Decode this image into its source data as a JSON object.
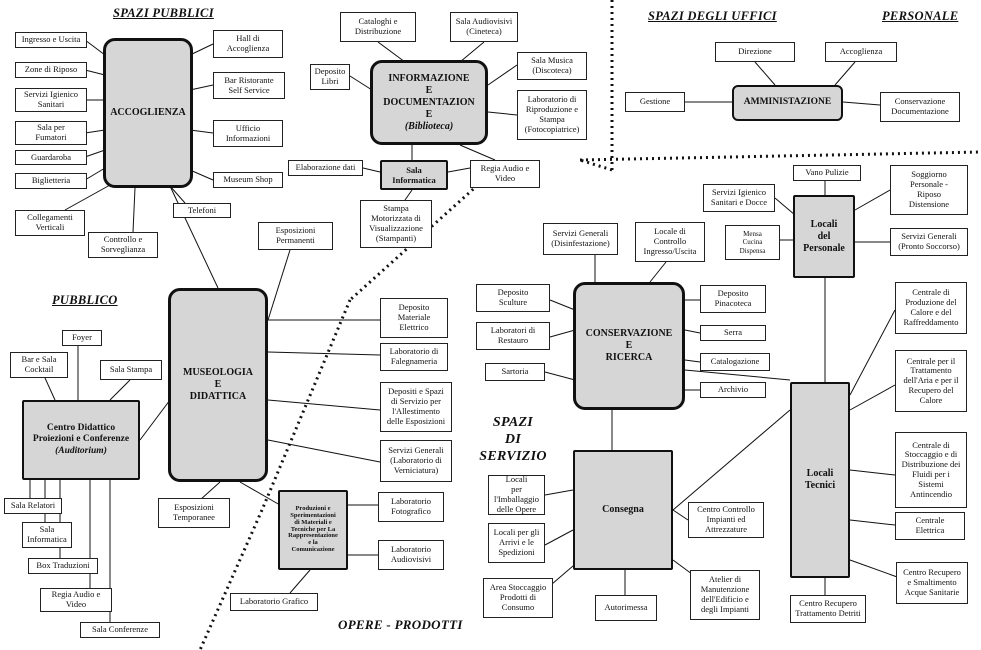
{
  "headings": {
    "spazi_pubblici": "SPAZI PUBBLICI",
    "spazi_uffici": "SPAZI DEGLI UFFICI",
    "personale": "PERSONALE",
    "pubblico": "PUBBLICO",
    "spazi_servizio": "SPAZI\nDI\nSERVIZIO",
    "opere_prodotti": "OPERE - PRODOTTI"
  },
  "hubs": {
    "accoglienza": "ACCOGLIENZA",
    "informazione": "INFORMAZIONE\nE\nDOCUMENTAZION\nE",
    "biblioteca": "(Biblioteca)",
    "sala_informatica": "Sala\nInformatica",
    "amministrazione": "AMMINISTAZIONE",
    "museologia": "MUSEOLOGIA\nE\nDIDATTICA",
    "centro_didattico": "Centro Didattico\nProiezioni e Conferenze",
    "auditorium": "(Auditorium)",
    "produzioni": "Produzioni e\nSperimentazioni\ndi Materiali e\nTecniche per La\nRappresentazione\ne la\nComunicazione",
    "conservazione": "CONSERVAZIONE\nE\nRICERCA",
    "consegna": "Consegna",
    "locali_personale": "Locali\ndel\nPersonale",
    "locali_tecnici": "Locali\nTecnici"
  },
  "boxes": {
    "ingresso_uscita": "Ingresso e Uscita",
    "zone_riposo": "Zone di Riposo",
    "servizi_igienico_sanitari": "Servizi Igienico\nSanitari",
    "sala_fumatori": "Sala per\nFumatori",
    "guardaroba": "Guardaroba",
    "biglietteria": "Biglietteria",
    "collegamenti_verticali": "Collegamenti\nVerticali",
    "controllo_sorveglianza": "Controllo e\nSorveglianza",
    "telefoni": "Telefoni",
    "museum_shop": "Museum Shop",
    "ufficio_informazioni": "Ufficio\nInformazioni",
    "bar_ristorante": "Bar Ristorante\nSelf Service",
    "hall_accoglienza": "Hall di\nAccoglienza",
    "cataloghi": "Cataloghi e\nDistribuzione",
    "sala_audiovisivi": "Sala Audiovisivi\n(Cineteca)",
    "deposito_libri": "Deposito\nLibri",
    "sala_musica": "Sala Musica\n(Discoteca)",
    "laboratorio_riproduzione": "Laboratorio di\nRiproduzione e\nStampa\n(Fotocopiatrice)",
    "elaborazione_dati": "Elaborazione dati",
    "regia_audio_video_top": "Regia Audio e\nVideo",
    "stampa_motorizzata": "Stampa\nMotorizzata di\nVisualizzazione\n(Stampanti)",
    "direzione": "Direzione",
    "accoglienza_uffici": "Accoglienza",
    "gestione": "Gestione",
    "conservazione_documentazione": "Conservazione\nDocumentazione",
    "esposizioni_permanenti": "Esposizioni\nPermanenti",
    "foyer": "Foyer",
    "bar_sala_cocktail": "Bar e Sala\nCocktail",
    "sala_stampa": "Sala Stampa",
    "sala_relatori": "Sala Relatori",
    "sala_informatica_small": "Sala\nInformatica",
    "box_traduzioni": "Box Traduzioni",
    "regia_audio_video_bottom": "Regia Audio e\nVideo",
    "sala_conferenze": "Sala Conferenze",
    "esposizioni_temporanee": "Esposizioni\nTemporanee",
    "laboratorio_grafico": "Laboratorio Grafico",
    "deposito_materiale_elettrico": "Deposito\nMateriale\nElettrico",
    "laboratorio_falegnameria": "Laboratorio di\nFalegnameria",
    "depositi_allestimento": "Depositi e Spazi\ndi Servizio per\nl'Allestimento\ndelle Esposizioni",
    "servizi_generali_verniciatura": "Servizi Generali\n(Laboratorio di\nVerniciatura)",
    "laboratorio_fotografico": "Laboratorio\nFotografico",
    "laboratorio_audiovisivi": "Laboratorio\nAudiovisivi",
    "servizi_generali_disinfestazione": "Servizi Generali\n(Disinfestazione)",
    "locale_controllo": "Locale di\nControllo\nIngresso/Uscita",
    "deposito_sculture": "Deposito\nSculture",
    "deposito_pinacoteca": "Deposito\nPinacoteca",
    "laboratori_restauro": "Laboratori di\nRestauro",
    "serra": "Serra",
    "catalogazione": "Catalogazione",
    "sartoria": "Sartoria",
    "archivio": "Archivio",
    "locali_imballaggio": "Locali\nper l'Imballaggio\ndelle Opere",
    "locali_arrivi": "Locali per gli\nArrivi e le\nSpedizioni",
    "area_stoccaggio": "Area Stoccaggio\nProdotti di\nConsumo",
    "autorimessa": "Autorimessa",
    "atelier_manutenzione": "Atelier di\nManutenzione\ndell'Edificio e\ndegli Impianti",
    "centro_controllo_impianti": "Centro Controllo\nImpianti ed\nAttrezzature",
    "vano_pulizie": "Vano Pulizie",
    "soggiorno_personale": "Soggiorno\nPersonale -\nRiposo\nDistensione",
    "servizi_igienico_docce": "Servizi Igienico\nSanitari e Docce",
    "mensa_cucina": "Mensa\nCucina\nDispensa",
    "servizi_generali_pronto_soccorso": "Servizi Generali\n(Pronto Soccorso)",
    "centrale_calore": "Centrale di\nProduzione del\nCalore e del\nRaffreddamento",
    "centrale_aria": "Centrale per il\nTrattamento\ndell'Aria e per il\nRecupero del\nCalore",
    "centrale_fluidi": "Centrale di\nStoccaggio e di\nDistribuzione dei\nFluidi per i\nSistemi\nAntincendio",
    "centrale_elettrica": "Centrale\nElettrica",
    "centro_recupero_acque": "Centro Recupero\ne Smaltimento\nAcque Sanitarie",
    "centro_recupero_detriti": "Centro Recupero\nTrattamento Detriti"
  }
}
